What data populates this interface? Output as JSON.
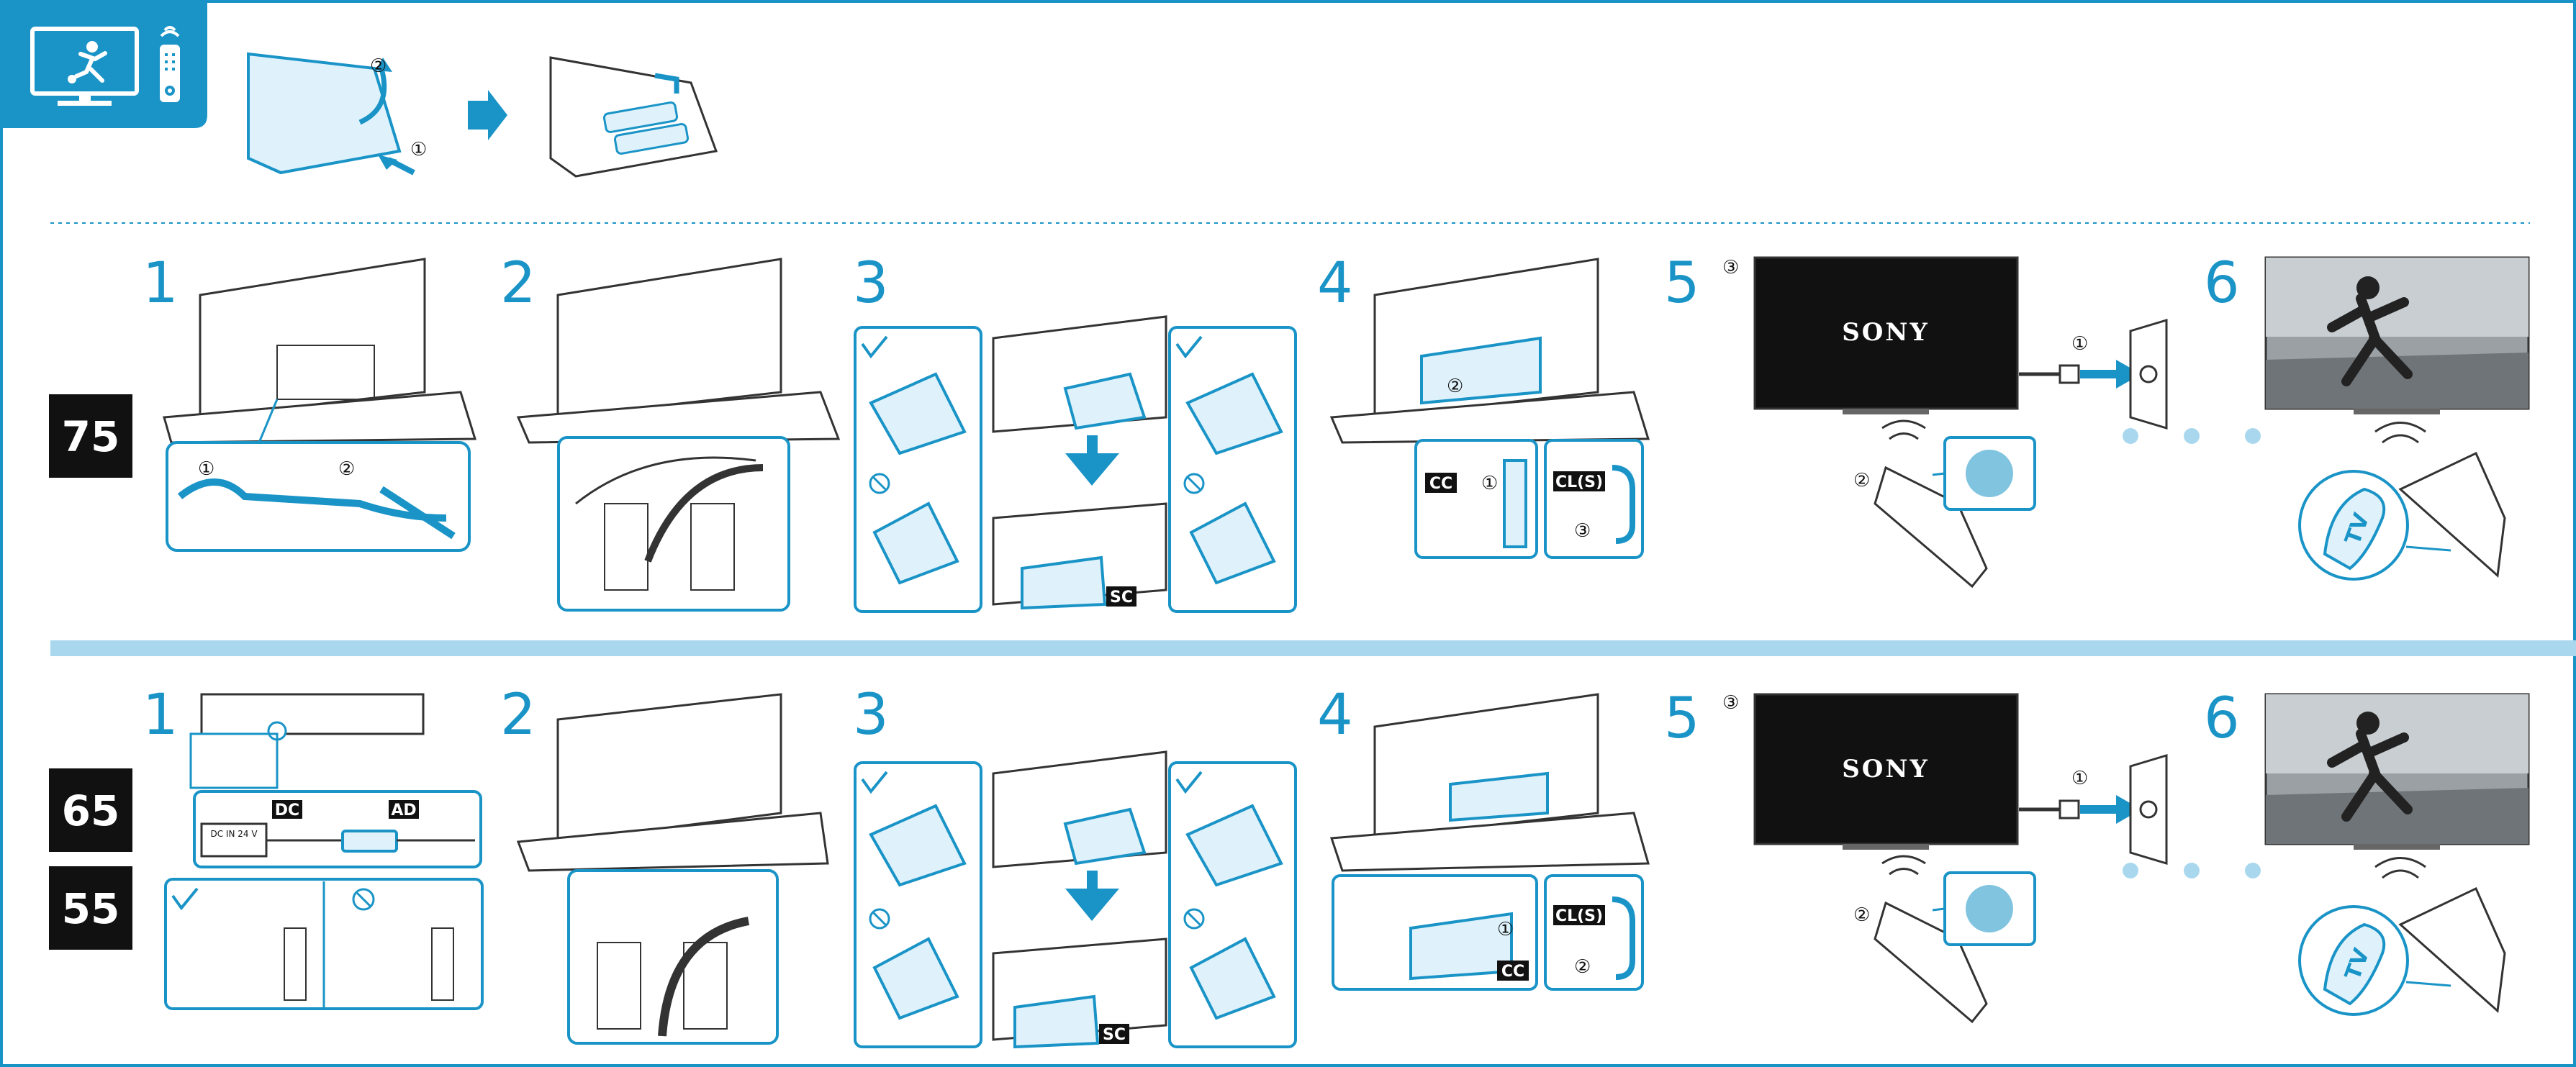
{
  "colors": {
    "accent": "#1a94c7",
    "dark": "#111111"
  },
  "icons": {
    "header": "tv-football-icon",
    "remote": "remote-control-icon"
  },
  "sections": [
    {
      "sizes": [
        "75"
      ],
      "steps": [
        {
          "number": "1",
          "markers": [
            "①",
            "②"
          ]
        },
        {
          "number": "2"
        },
        {
          "number": "3",
          "labels": [
            "SC"
          ]
        },
        {
          "number": "4",
          "labels": [
            "CC",
            "CL(S)"
          ],
          "markers": [
            "①",
            "②",
            "③"
          ]
        },
        {
          "number": "5",
          "brand": "SONY",
          "markers": [
            "③",
            "①",
            "②"
          ]
        },
        {
          "number": "6",
          "button": "TV"
        }
      ]
    },
    {
      "sizes": [
        "65",
        "55"
      ],
      "steps": [
        {
          "number": "1",
          "labels": [
            "DC",
            "AD"
          ],
          "port": "DC IN 24 V"
        },
        {
          "number": "2"
        },
        {
          "number": "3",
          "labels": [
            "SC"
          ]
        },
        {
          "number": "4",
          "labels": [
            "CL(S)",
            "CC"
          ],
          "markers": [
            "①",
            "②"
          ]
        },
        {
          "number": "5",
          "brand": "SONY",
          "markers": [
            "③",
            "①",
            "②"
          ]
        },
        {
          "number": "6",
          "button": "TV"
        }
      ]
    }
  ],
  "remote_battery": {
    "markers": [
      "②",
      "①"
    ]
  }
}
